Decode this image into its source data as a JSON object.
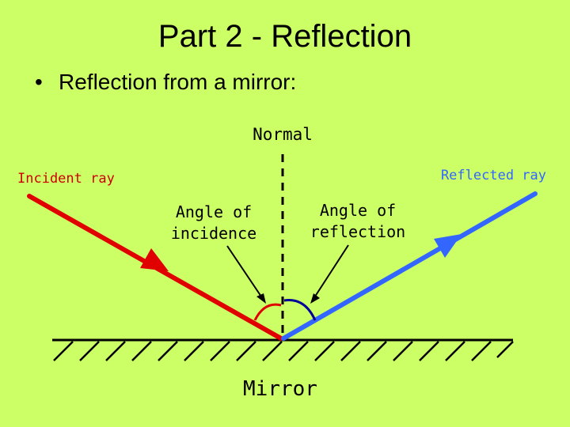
{
  "slide": {
    "title": "Part 2 - Reflection",
    "bullet_symbol": "•",
    "bullet_text": "Reflection from a mirror:"
  },
  "diagram": {
    "labels": {
      "normal": "Normal",
      "incident_ray": "Incident ray",
      "reflected_ray": "Reflected ray",
      "angle_of_incidence_line1": "Angle of",
      "angle_of_incidence_line2": "incidence",
      "angle_of_reflection_line1": "Angle of",
      "angle_of_reflection_line2": "reflection",
      "mirror": "Mirror"
    },
    "colors": {
      "background": "#ccff66",
      "incident_ray": "#e00000",
      "reflected_ray": "#3366ff",
      "incident_label": "#cc0000",
      "reflected_label": "#3366ff",
      "ink": "#000000"
    }
  }
}
